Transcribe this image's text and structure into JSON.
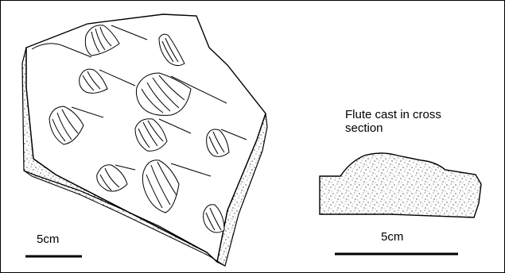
{
  "labels": {
    "cross_section_title": [
      "Flute cast in cross",
      "section"
    ],
    "scale_left": "5cm",
    "scale_right": "5cm"
  },
  "colors": {
    "ink": "#000000",
    "background": "#ffffff"
  }
}
